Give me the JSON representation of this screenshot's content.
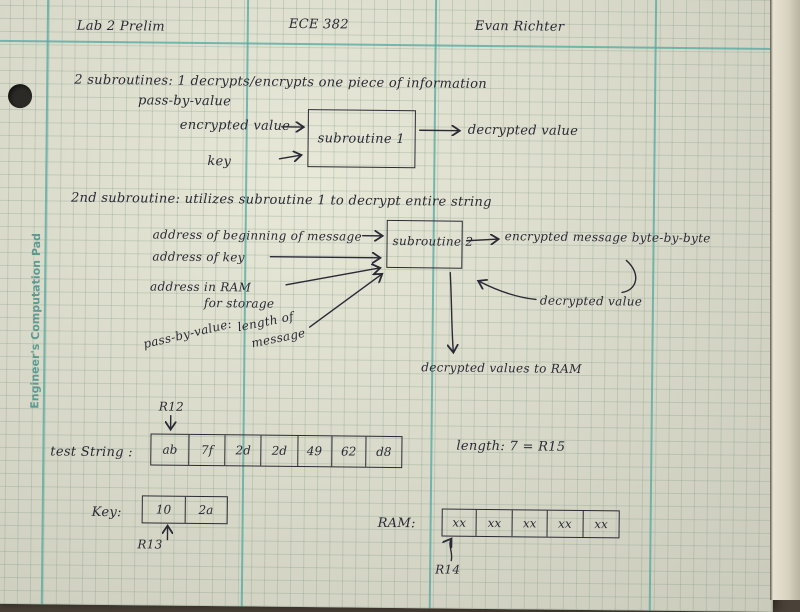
{
  "header": {
    "left": "Lab 2 Prelim",
    "center": "ECE 382",
    "right": "Evan Richter"
  },
  "margin_print": "Engineer's Computation Pad",
  "notes": {
    "line1": "2 subroutines: 1 decrypts/encrypts one piece of information",
    "line1b": "pass-by-value",
    "enc_value": "encrypted value",
    "key": "key",
    "sub1": "subroutine 1",
    "dec_value": "decrypted value",
    "line2": "2nd subroutine: utilizes subroutine 1 to decrypt entire string",
    "addr_begin": "address of beginning of message",
    "addr_key": "address of key",
    "addr_ram": "address in RAM",
    "for_storage": "for storage",
    "pbv": "pass-by-value:",
    "length_of": "length of",
    "message": "message",
    "sub2": "subroutine 2",
    "enc_msg": "encrypted message byte-by-byte",
    "dec_value2": "decrypted value",
    "dec_ram": "decrypted values to RAM"
  },
  "diagram": {
    "r12": "R12",
    "test_label": "test String :",
    "test_cells": [
      "ab",
      "7f",
      "2d",
      "2d",
      "49",
      "62",
      "d8"
    ],
    "length": "length: 7 = R15",
    "key_label": "Key:",
    "key_cells": [
      "10",
      "2a"
    ],
    "r13": "R13",
    "ram_label": "RAM:",
    "ram_cells": [
      "xx",
      "xx",
      "xx",
      "xx",
      "xx"
    ],
    "r14": "R14"
  }
}
